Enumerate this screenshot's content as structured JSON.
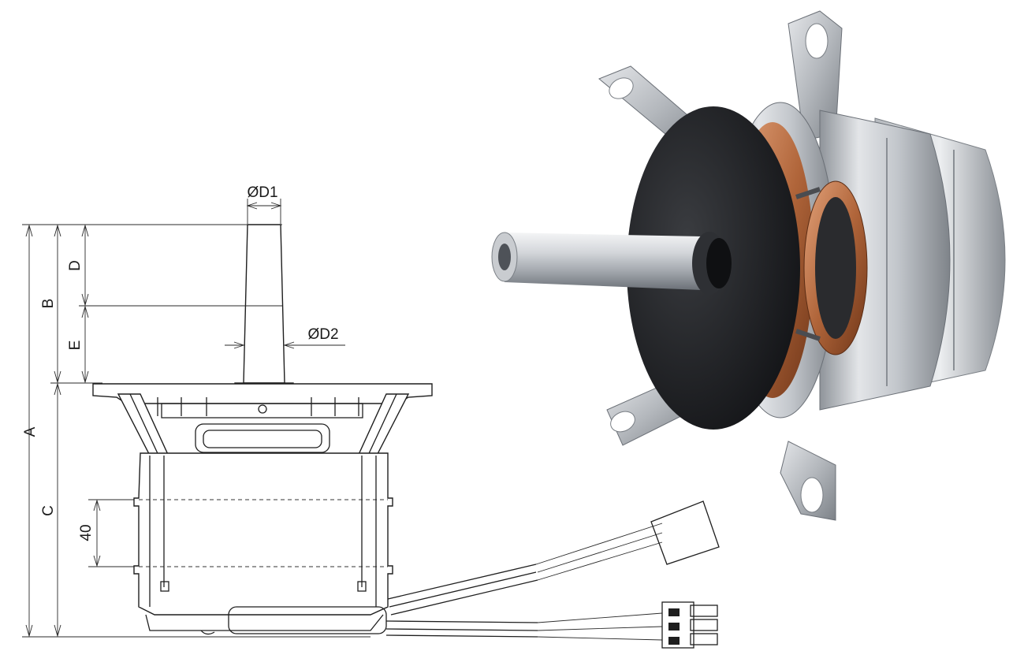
{
  "drawing": {
    "dimensions": {
      "overall_height": "A",
      "shaft_section": "B",
      "body_section": "C",
      "shaft_upper": "D",
      "shaft_lower": "E",
      "diameter_top": "ØD1",
      "diameter_bottom": "ØD2",
      "band_height": "40"
    }
  },
  "photo": {
    "colors": {
      "backing_plate": "#1e1f22",
      "housing": "#c9ccd0",
      "winding": "#b0653a",
      "shaft": "#d7dade"
    }
  }
}
